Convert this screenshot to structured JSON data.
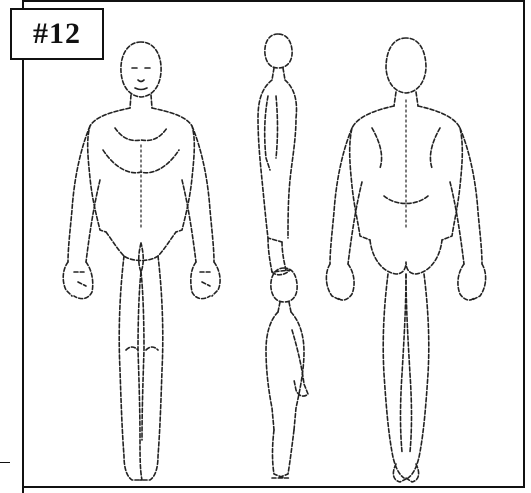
{
  "figure": {
    "label": "#12",
    "colors": {
      "line": "#222222",
      "background": "#ffffff",
      "border": "#111111"
    },
    "views": [
      "front",
      "right-side",
      "left-side",
      "back"
    ]
  }
}
